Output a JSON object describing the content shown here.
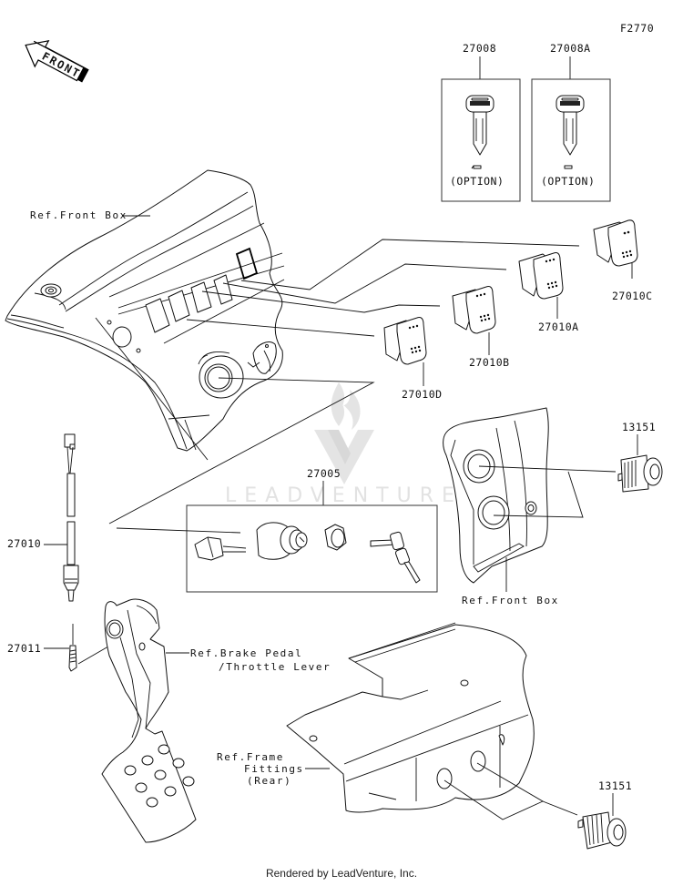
{
  "diagram": {
    "figure_id": "F2770",
    "front_arrow_label": "FRONT",
    "watermark": "LEADVENTURE",
    "footer": "Rendered by LeadVenture, Inc.",
    "parts": [
      {
        "id": "27008",
        "note": "(OPTION)",
        "description": "key blank"
      },
      {
        "id": "27008A",
        "note": "(OPTION)",
        "description": "key blank"
      },
      {
        "id": "27010C",
        "description": "rocker switch"
      },
      {
        "id": "27010A",
        "description": "rocker switch"
      },
      {
        "id": "27010B",
        "description": "rocker switch"
      },
      {
        "id": "27010D",
        "description": "rocker switch"
      },
      {
        "id": "27005",
        "description": "ignition switch assembly"
      },
      {
        "id": "27010",
        "description": "brake light switch"
      },
      {
        "id": "27011",
        "description": "spring"
      },
      {
        "id": "13151",
        "description": "power socket"
      },
      {
        "id": "13151",
        "description": "power socket"
      }
    ],
    "references": {
      "front_box_top": "Ref.Front Box",
      "front_box_right": "Ref.Front Box",
      "brake_pedal_line1": "Ref.Brake Pedal",
      "brake_pedal_line2": "/Throttle Lever",
      "frame_line1": "Ref.Frame",
      "frame_line2": "Fittings",
      "frame_line3": "(Rear)"
    }
  }
}
